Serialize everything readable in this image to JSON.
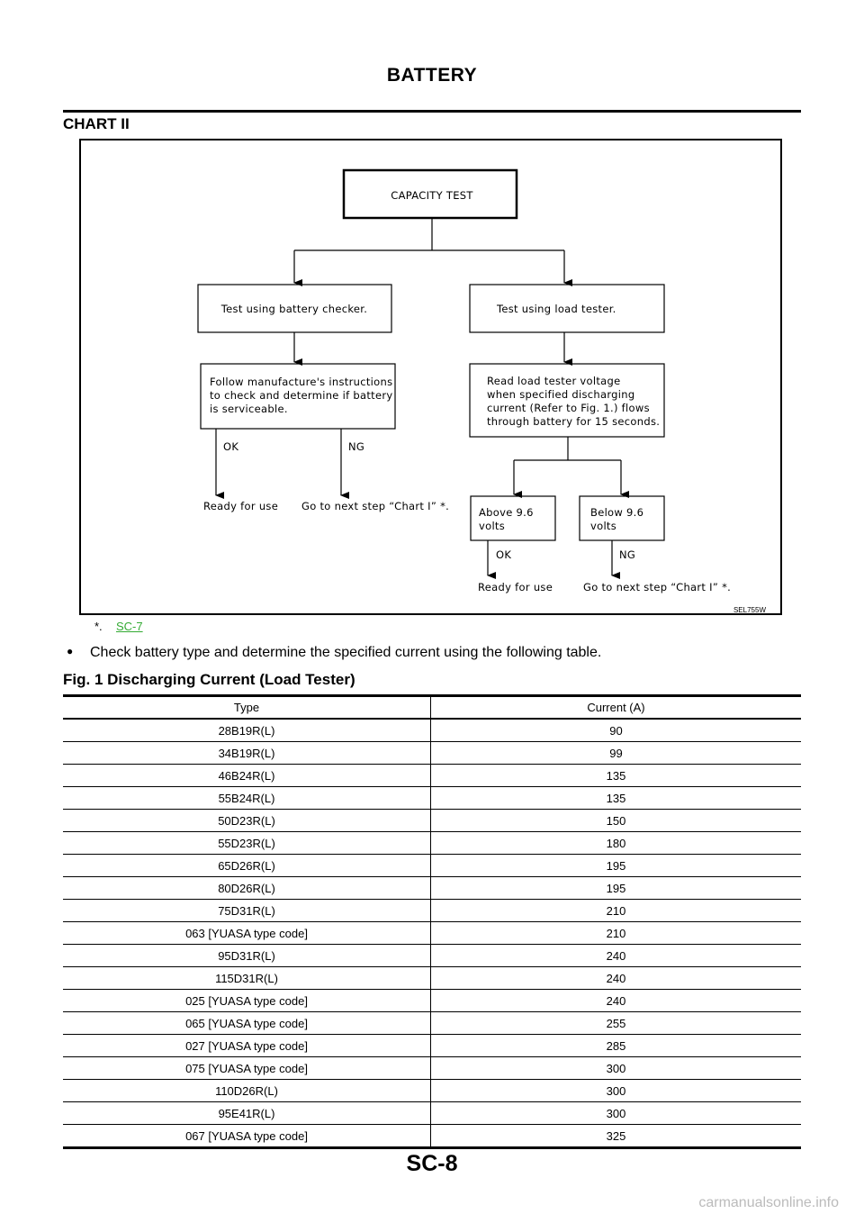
{
  "header": {
    "title": "BATTERY"
  },
  "section": {
    "title": "CHART II"
  },
  "flowchart": {
    "start": "CAPACITY TEST",
    "left_branch": {
      "step1": "Test using battery checker.",
      "step2_lines": [
        "Follow manufacture's instructions",
        "to check and determine if battery",
        "is serviceable."
      ],
      "ok_label": "OK",
      "ng_label": "NG",
      "ok_result": "Ready for use",
      "ng_result": "Go to next step “Chart I” *."
    },
    "right_branch": {
      "step1": "Test using load tester.",
      "step2_lines": [
        "Read load tester voltage",
        "when specified discharging",
        "current (Refer to Fig. 1.) flows",
        "through battery for 15 seconds."
      ],
      "above_lines": [
        "Above 9.6",
        "volts"
      ],
      "below_lines": [
        "Below 9.6",
        "volts"
      ],
      "ok_label": "OK",
      "ng_label": "NG",
      "ok_result": "Ready for use",
      "ng_result": "Go to next step “Chart I” *."
    },
    "figure_code": "SEL755W"
  },
  "footnote": {
    "marker": "*.",
    "link": "SC-7"
  },
  "bullet": {
    "text": "Check battery type and determine the specified current using the following table."
  },
  "table": {
    "title": "Fig. 1 Discharging Current (Load Tester)",
    "headers": [
      "Type",
      "Current (A)"
    ],
    "rows": [
      [
        "28B19R(L)",
        "90"
      ],
      [
        "34B19R(L)",
        "99"
      ],
      [
        "46B24R(L)",
        "135"
      ],
      [
        "55B24R(L)",
        "135"
      ],
      [
        "50D23R(L)",
        "150"
      ],
      [
        "55D23R(L)",
        "180"
      ],
      [
        "65D26R(L)",
        "195"
      ],
      [
        "80D26R(L)",
        "195"
      ],
      [
        "75D31R(L)",
        "210"
      ],
      [
        "063 [YUASA type code]",
        "210"
      ],
      [
        "95D31R(L)",
        "240"
      ],
      [
        "115D31R(L)",
        "240"
      ],
      [
        "025 [YUASA type code]",
        "240"
      ],
      [
        "065 [YUASA type code]",
        "255"
      ],
      [
        "027 [YUASA type code]",
        "285"
      ],
      [
        "075 [YUASA type code]",
        "300"
      ],
      [
        "110D26R(L)",
        "300"
      ],
      [
        "95E41R(L)",
        "300"
      ],
      [
        "067 [YUASA type code]",
        "325"
      ]
    ]
  },
  "footer": {
    "page": "SC-8"
  },
  "watermark": {
    "text": "carmanualsonline.info"
  }
}
